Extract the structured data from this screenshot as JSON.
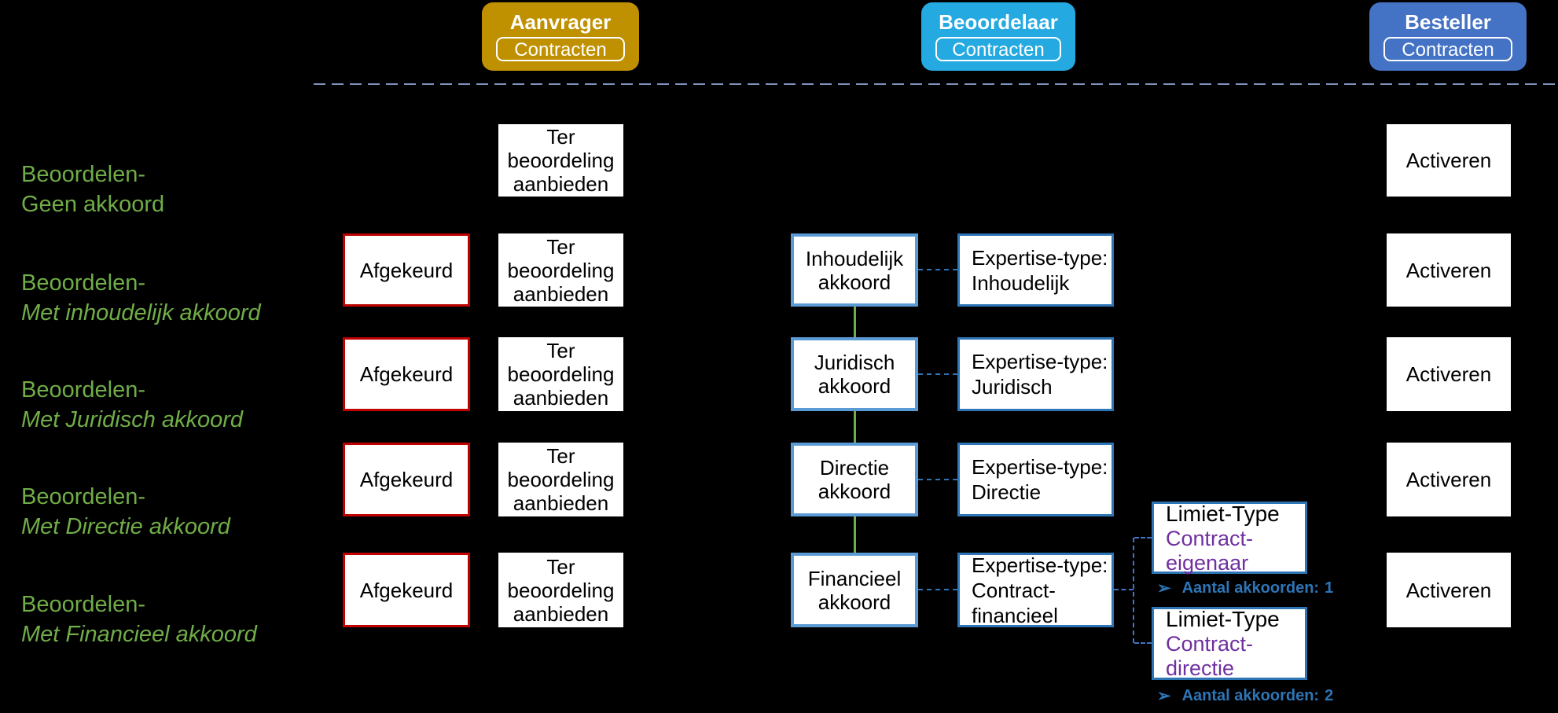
{
  "colors": {
    "background": "#000000",
    "lane_aanvrager": "#BF9000",
    "lane_beoordelaar": "#24A9E1",
    "lane_besteller": "#4472C4",
    "label_green": "#70AD47",
    "afgekeurd_border_red": "#C00000",
    "akkoord_border_blue": "#5B9BD5",
    "expertise_border_blue": "#2E75B6",
    "connector_green": "#70AD47",
    "connector_dash_blue": "#2E75B6",
    "separator_dash": "#7E93BA",
    "limiet_subtitle_purple": "#7030A0",
    "aantal_text_blue": "#2E75B6"
  },
  "headers": [
    {
      "title": "Aanvrager",
      "subtitle": "Contracten"
    },
    {
      "title": "Beoordelaar",
      "subtitle": "Contracten"
    },
    {
      "title": "Besteller",
      "subtitle": "Contracten"
    }
  ],
  "row_labels": [
    {
      "l1": "Beoordelen-",
      "l2": "Geen akkoord"
    },
    {
      "l1": "Beoordelen-",
      "l2": "Met inhoudelijk akkoord"
    },
    {
      "l1": "Beoordelen-",
      "l2": "Met Juridisch akkoord"
    },
    {
      "l1": "Beoordelen-",
      "l2": "Met Directie akkoord"
    },
    {
      "l1": "Beoordelen-",
      "l2": "Met Financieel akkoord"
    }
  ],
  "texts": {
    "afgekeurd": "Afgekeurd",
    "ter_beoordeling": "Ter\nbeoordeling\naanbieden",
    "activeren": "Activeren"
  },
  "akkoord_steps": [
    "Inhoudelijk\nakkoord",
    "Juridisch\nakkoord",
    "Directie\nakkoord",
    "Financieel\nakkoord"
  ],
  "expertise_types": [
    "Expertise-type:\nInhoudelijk",
    "Expertise-type:\nJuridisch",
    "Expertise-type:\nDirectie",
    "Expertise-type:\nContract-\nfinancieel"
  ],
  "limiet": [
    {
      "title": "Limiet-Type",
      "subtitle": "Contract-eigenaar"
    },
    {
      "title": "Limiet-Type",
      "subtitle": "Contract-directie"
    }
  ],
  "aantal": [
    {
      "arrow": "➢",
      "label": "Aantal akkoorden:",
      "value": "1"
    },
    {
      "arrow": "➢",
      "label": "Aantal akkoorden:",
      "value": "2"
    }
  ]
}
